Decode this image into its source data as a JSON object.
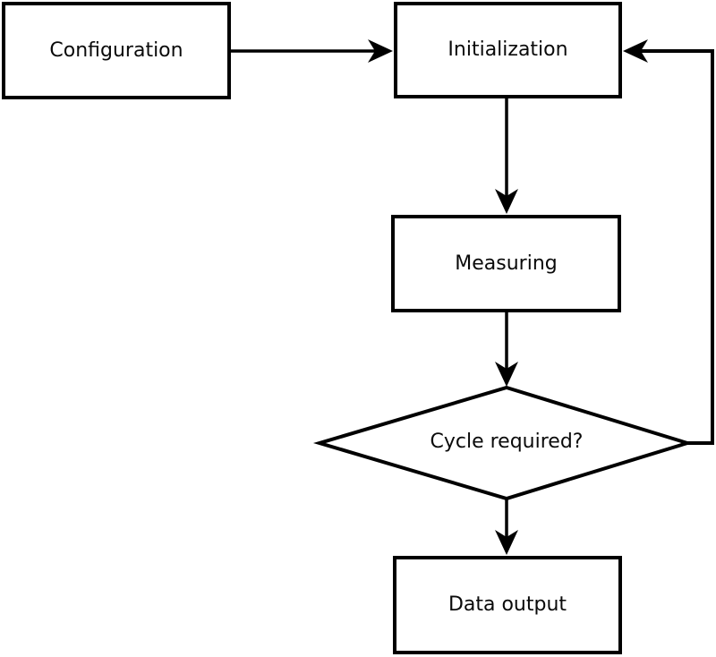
{
  "diagram": {
    "type": "flowchart",
    "colors": {
      "stroke": "#000000",
      "shape_fill": "#ffffff",
      "text": "#0a0a0a",
      "background": "#ffffff"
    },
    "nodes": [
      {
        "id": "configuration",
        "label": "Configuration",
        "shape": "rect"
      },
      {
        "id": "initialization",
        "label": "Initialization",
        "shape": "rect"
      },
      {
        "id": "measuring",
        "label": "Measuring",
        "shape": "rect"
      },
      {
        "id": "cycle-required",
        "label": "Cycle required?",
        "shape": "diamond"
      },
      {
        "id": "data-output",
        "label": "Data output",
        "shape": "rect"
      }
    ],
    "edges": [
      {
        "from": "configuration",
        "to": "initialization",
        "direction": "right"
      },
      {
        "from": "initialization",
        "to": "measuring",
        "direction": "down"
      },
      {
        "from": "measuring",
        "to": "cycle-required",
        "direction": "down"
      },
      {
        "from": "cycle-required",
        "to": "data-output",
        "direction": "down"
      },
      {
        "from": "cycle-required",
        "to": "initialization",
        "direction": "loop-right-up"
      }
    ]
  }
}
